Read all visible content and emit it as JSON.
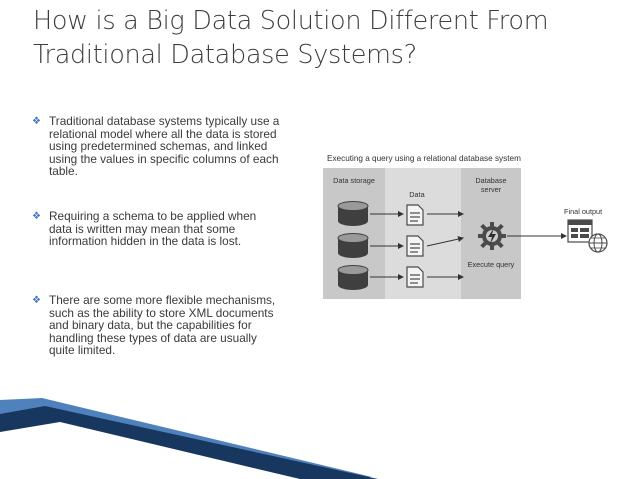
{
  "title": {
    "line1": "How is a Big Data Solution Different From",
    "line2": "Traditional Database Systems?"
  },
  "bullets": [
    {
      "text": "Traditional database systems typically use a relational model where all the data is stored using predetermined schemas, and linked using the values in specific columns of each table."
    },
    {
      "text": "Requiring a schema to be applied when data is written may mean that some information hidden in the data is lost."
    },
    {
      "text": "There are some more flexible mechanisms, such as the ability to store XML documents and binary data, but the capabilities for handling these types of data are usually quite limited."
    }
  ],
  "diagram": {
    "caption": "Executing a query using a relational database system",
    "storage_label": "Data storage",
    "data_label": "Data",
    "server_label": "Database server",
    "execute_label": "Execute query",
    "final_output_label": "Final output"
  },
  "colors": {
    "bullet": "#4472c4",
    "ribbon_dark": "#17375e",
    "ribbon_light": "#4f81bd"
  }
}
